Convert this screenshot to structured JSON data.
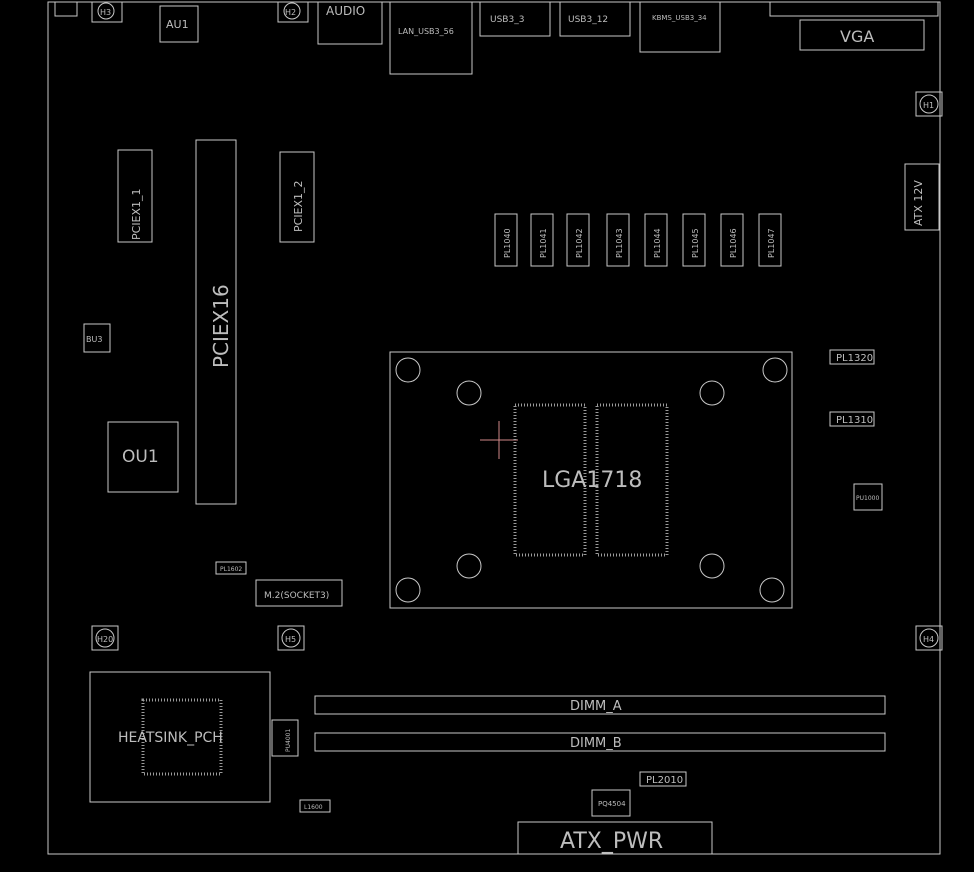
{
  "board": {
    "socket_label": "LGA1718",
    "connectors": {
      "audio": "AUDIO",
      "usb_1": "USB3_3",
      "usb_2": "USB3_12",
      "kb": "KBMS_USB3_34",
      "vga": "VGA",
      "lan": "LAN_USB3_56",
      "atx12v": "ATX 12V",
      "atx_pwr": "ATX_PWR",
      "pcie": "PCIEX16",
      "pcie_x1_a": "PCIEX1_1",
      "pcie_x1_b": "PCIEX1_2",
      "m2": "M.2(SOCKET3)",
      "dimm_a": "DIMM_A",
      "dimm_b": "DIMM_B",
      "heatsink": "HEATSINK_PCH"
    },
    "chips": {
      "au1": "AU1",
      "ou1": "OU1",
      "bu3": "BU3",
      "pch": "PU4001",
      "pu1000": "PU1000",
      "pq4504": "PQ4504",
      "pl1320": "PL1320",
      "pl1310": "PL1310",
      "pl2010": "PL2010",
      "l1600": "L1600",
      "l1602": "PL1602"
    },
    "holes": {
      "h1": "H1",
      "h2": "H2",
      "h3": "H3",
      "h4": "H4",
      "h5": "H5",
      "h20": "H20"
    },
    "inductors": [
      "PL1040",
      "PL1041",
      "PL1042",
      "PL1043",
      "PL1044",
      "PL1045",
      "PL1046",
      "PL1047"
    ]
  }
}
